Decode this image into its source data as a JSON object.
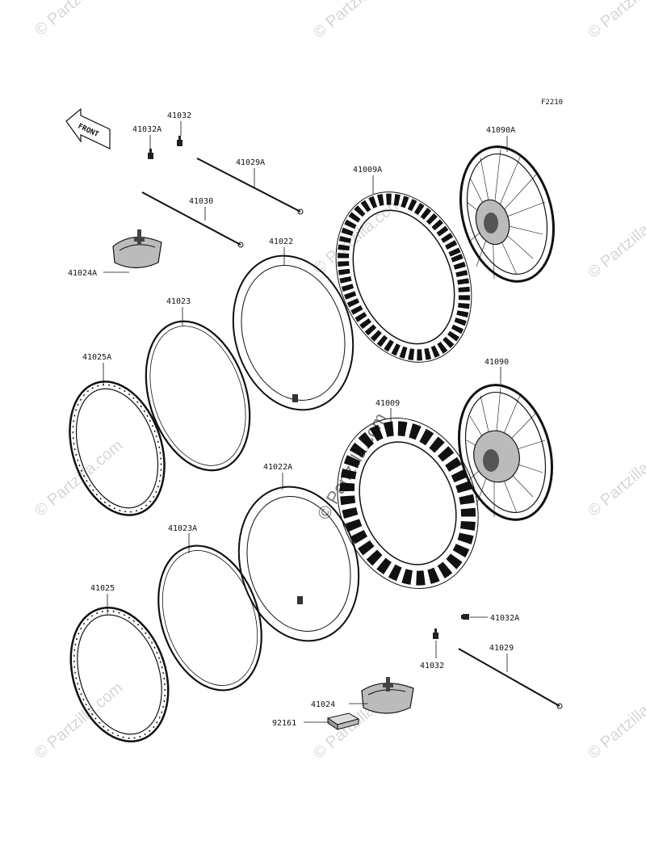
{
  "figure_id": "F2210",
  "front_label": "FRONT",
  "watermark": {
    "text": "© Partzilla.com",
    "center_text": "© Partzilla.com"
  },
  "labels": {
    "p41032_top": "41032",
    "p41032A_top": "41032A",
    "p41029A": "41029A",
    "p41030": "41030",
    "p41024A": "41024A",
    "p41022": "41022",
    "p41009A": "41009A",
    "p41090A": "41090A",
    "p41023": "41023",
    "p41025A": "41025A",
    "p41090": "41090",
    "p41009": "41009",
    "p41022A": "41022A",
    "p41023A": "41023A",
    "p41025": "41025",
    "p41032A_bot": "41032A",
    "p41032_bot": "41032",
    "p41029": "41029",
    "p41024": "41024",
    "p92161": "92161"
  }
}
